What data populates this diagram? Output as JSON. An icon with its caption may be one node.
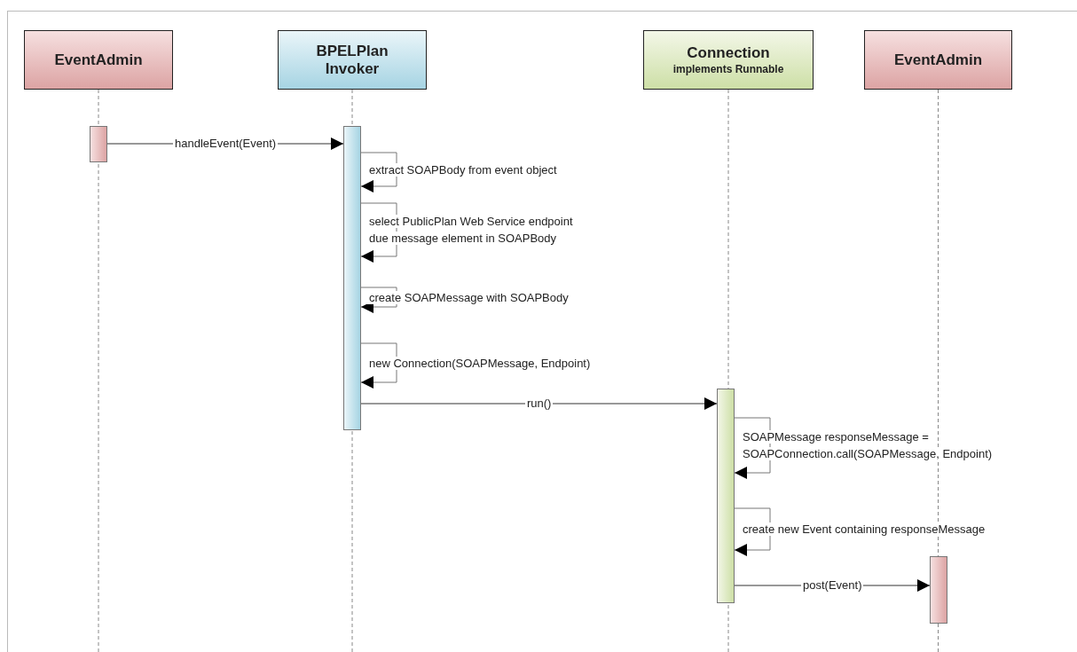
{
  "diagram": {
    "nodes": [
      {
        "text": [
          "EventAdmin"
        ]
      },
      {
        "text": [
          "BPELPlan Invoker"
        ]
      },
      {
        "text": [
          "Connection",
          "implements Runnable"
        ]
      },
      {
        "text": [
          "EventAdmin"
        ]
      },
      {
        "text": [],
        "shape": "bar"
      },
      {
        "text": [],
        "shape": "bar"
      },
      {
        "text": [],
        "shape": "bar"
      },
      {
        "text": [],
        "shape": "bar"
      }
    ],
    "edges": [
      {
        "from": 4,
        "to": 5,
        "arrow": "to",
        "label": "handleEvent(Event)"
      },
      {
        "from": 5,
        "to": 5,
        "arrow": "to",
        "label": "extract SOAPBody from event object"
      },
      {
        "from": 5,
        "to": 5,
        "arrow": "to",
        "label": "select PublicPlan Web Service endpoint due message element in SOAPBody"
      },
      {
        "from": 5,
        "to": 5,
        "arrow": "to",
        "label": "create SOAPMessage with SOAPBody"
      },
      {
        "from": 5,
        "to": 5,
        "arrow": "to",
        "label": "new Connection(SOAPMessage, Endpoint)"
      },
      {
        "from": 5,
        "to": 6,
        "arrow": "to",
        "label": "run()"
      },
      {
        "from": 6,
        "to": 6,
        "arrow": "to",
        "label": "SOAPMessage responseMessage = SOAPConnection.call(SOAPMessage, Endpoint)"
      },
      {
        "from": 6,
        "to": 6,
        "arrow": "to",
        "label": "create new Event containing responseMessage"
      },
      {
        "from": 6,
        "to": 7,
        "arrow": "to",
        "label": "post(Event)"
      }
    ]
  }
}
